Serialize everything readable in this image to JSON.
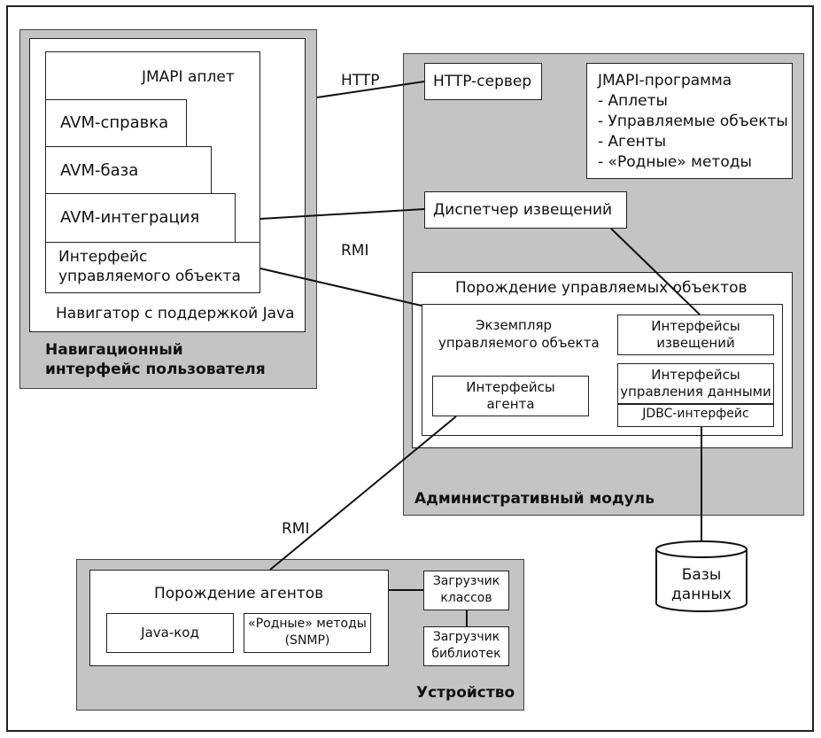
{
  "nav_ui": {
    "title_line1": "Навигационный",
    "title_line2": "интерфейс пользователя",
    "browser_label": "Навигатор с поддержкой Java",
    "applet_label": "JMAPI аплет",
    "avm_help": "AVM-справка",
    "avm_base": "AVM-база",
    "avm_integration": "AVM-интеграция",
    "mo_interface_line1": "Интерфейс",
    "mo_interface_line2": "управляемого объекта"
  },
  "connections": {
    "http": "HTTP",
    "rmi_upper": "RMI",
    "rmi_lower": "RMI"
  },
  "admin": {
    "title": "Административный модуль",
    "http_server": "HTTP-сервер",
    "program": {
      "title": "JMAPI-программа",
      "items": [
        "- Аплеты",
        "- Управляемые объекты",
        "- Агенты",
        "- «Родные» методы"
      ]
    },
    "notification_dispatcher": "Диспетчер извещений",
    "mo_generation": {
      "title": "Порождение управляемых объектов",
      "instance_line1": "Экземпляр",
      "instance_line2": "управляемого объекта",
      "notify_if_line1": "Интерфейсы",
      "notify_if_line2": "извещений",
      "data_if_line1": "Интерфейсы",
      "data_if_line2": "управления данными",
      "jdbc": "JDBC-интерфейс",
      "agent_if_line1": "Интерфейсы",
      "agent_if_line2": "агента"
    }
  },
  "database": {
    "line1": "Базы",
    "line2": "данных"
  },
  "device": {
    "title": "Устройство",
    "agent_generation": "Порождение агентов",
    "java_code": "Java-код",
    "native_line1": "«Родные» методы",
    "native_line2": "(SNMP)",
    "class_loader_line1": "Загрузчик",
    "class_loader_line2": "классов",
    "lib_loader_line1": "Загрузчик",
    "lib_loader_line2": "библиотек"
  }
}
